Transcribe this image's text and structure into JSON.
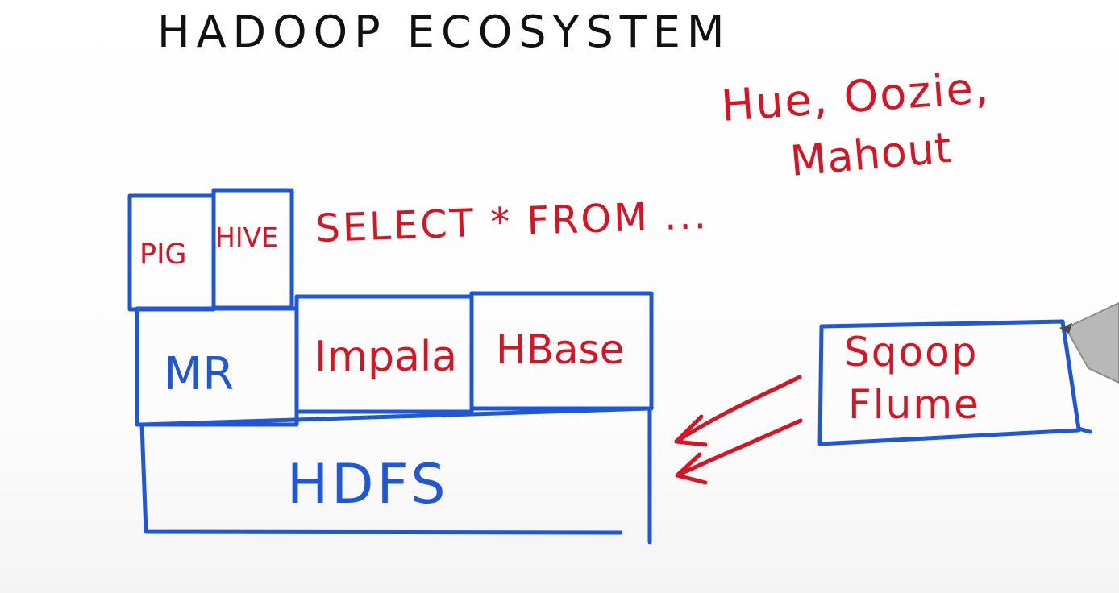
{
  "title": "HADOOP ECOSYSTEM",
  "side_tools": "Hue, Oozie,",
  "side_tools_line2": "Mahout",
  "query_text": "SELECT * FROM ...",
  "blocks": {
    "pig": "PIG",
    "hive": "HIVE",
    "mr": "MR",
    "impala": "Impala",
    "hbase": "HBase",
    "hdfs": "HDFS",
    "sqoop": "Sqoop",
    "flume": "Flume"
  },
  "colors": {
    "title_ink": "#111111",
    "box_ink": "#1f57d6",
    "annotation_ink": "#d81424"
  }
}
